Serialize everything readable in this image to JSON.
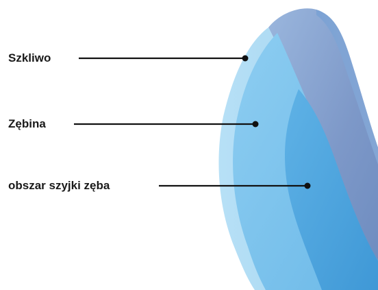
{
  "labels": {
    "enamel": "Szkliwo",
    "dentin": "Zębina",
    "neck": "obszar szyjki zęba"
  },
  "colors": {
    "enamel_light": "#a9d8f2",
    "enamel_top": "#7f9fcf",
    "dentin": "#79c2ec",
    "neck_region": "#4ea6de",
    "leader_line": "#111111"
  }
}
